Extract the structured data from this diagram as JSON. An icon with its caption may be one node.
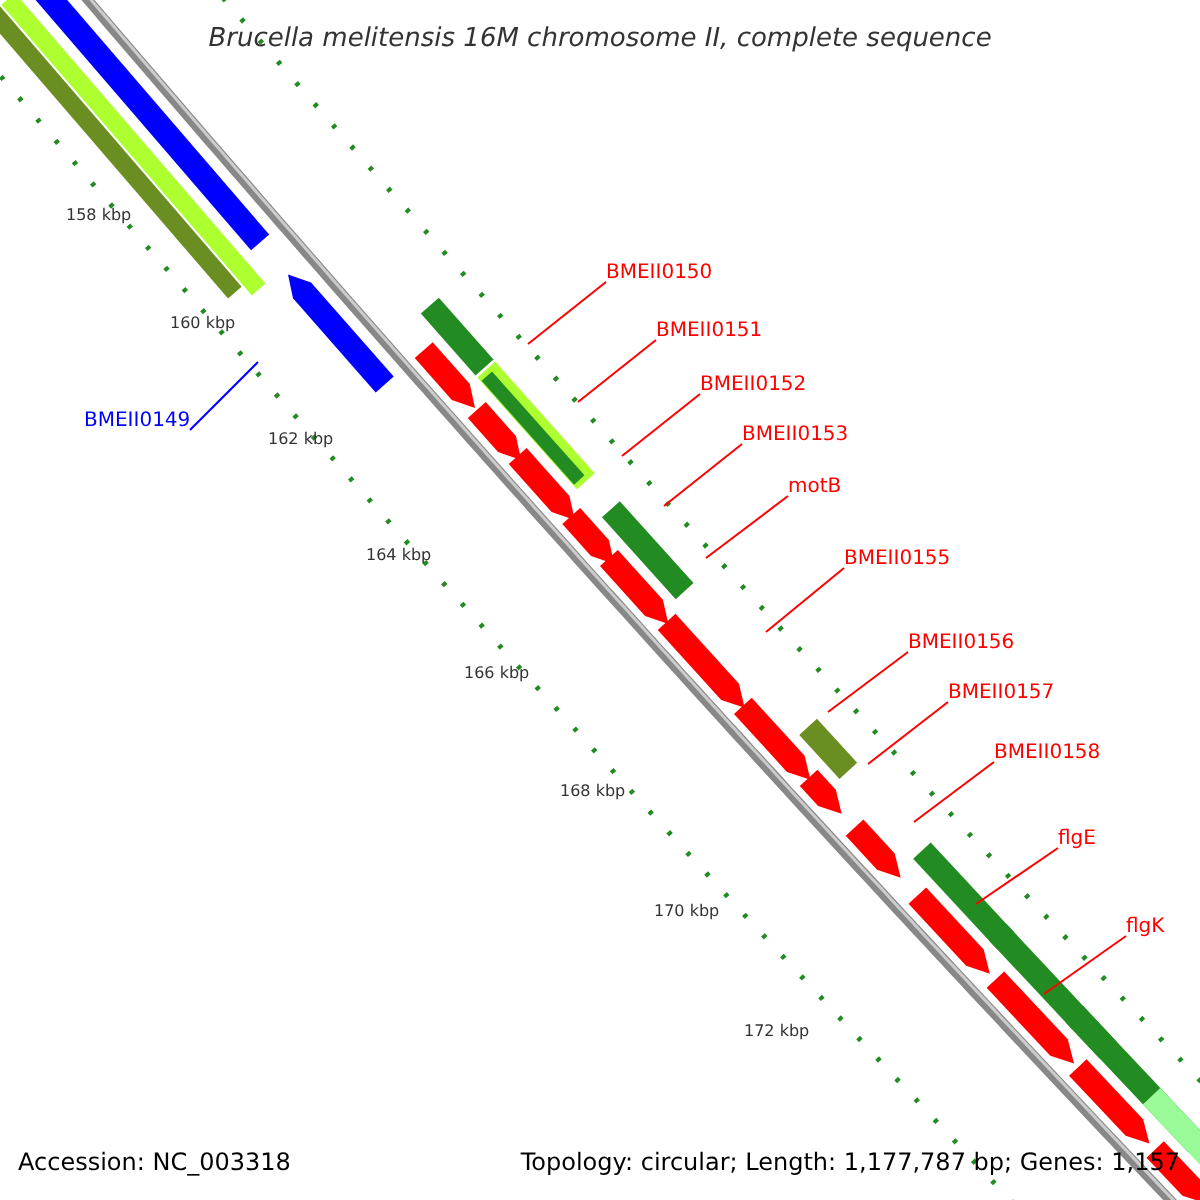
{
  "diagram": {
    "title": "Brucella melitensis 16M chromosome II, complete sequence",
    "nodes": [
      {
        "text": [
          "BMEII0149"
        ]
      },
      {
        "text": [
          "BMEII0150"
        ]
      },
      {
        "text": [
          "BMEII0151"
        ]
      },
      {
        "text": [
          "BMEII0152"
        ]
      },
      {
        "text": [
          "BMEII0153"
        ]
      },
      {
        "text": [
          "motB"
        ]
      },
      {
        "text": [
          "BMEII0155"
        ]
      },
      {
        "text": [
          "BMEII0156"
        ]
      },
      {
        "text": [
          "BMEII0157"
        ]
      },
      {
        "text": [
          "BMEII0158"
        ]
      },
      {
        "text": [
          "flgE"
        ]
      },
      {
        "text": [
          "flgK"
        ]
      }
    ],
    "edges": [
      {
        "from": 0,
        "to": null,
        "arrow": "none",
        "color": "#0000ff"
      },
      {
        "from": 1,
        "to": null,
        "arrow": "none"
      },
      {
        "from": 2,
        "to": null,
        "arrow": "none"
      },
      {
        "from": 3,
        "to": null,
        "arrow": "none"
      },
      {
        "from": 4,
        "to": null,
        "arrow": "none"
      },
      {
        "from": 5,
        "to": null,
        "arrow": "none"
      },
      {
        "from": 6,
        "to": null,
        "arrow": "none"
      },
      {
        "from": 7,
        "to": null,
        "arrow": "none"
      },
      {
        "from": 8,
        "to": null,
        "arrow": "none"
      },
      {
        "from": 9,
        "to": null,
        "arrow": "none"
      },
      {
        "from": 10,
        "to": null,
        "arrow": "none"
      },
      {
        "from": 11,
        "to": null,
        "arrow": "none"
      }
    ],
    "labels": [
      "158 kbp",
      "160 kbp",
      "162 kbp",
      "164 kbp",
      "166 kbp",
      "168 kbp",
      "170 kbp",
      "172 kbp",
      "Accession: NC_003318",
      "Topology: circular; Length: 1,177,787 bp; Genes: 1,157"
    ]
  }
}
